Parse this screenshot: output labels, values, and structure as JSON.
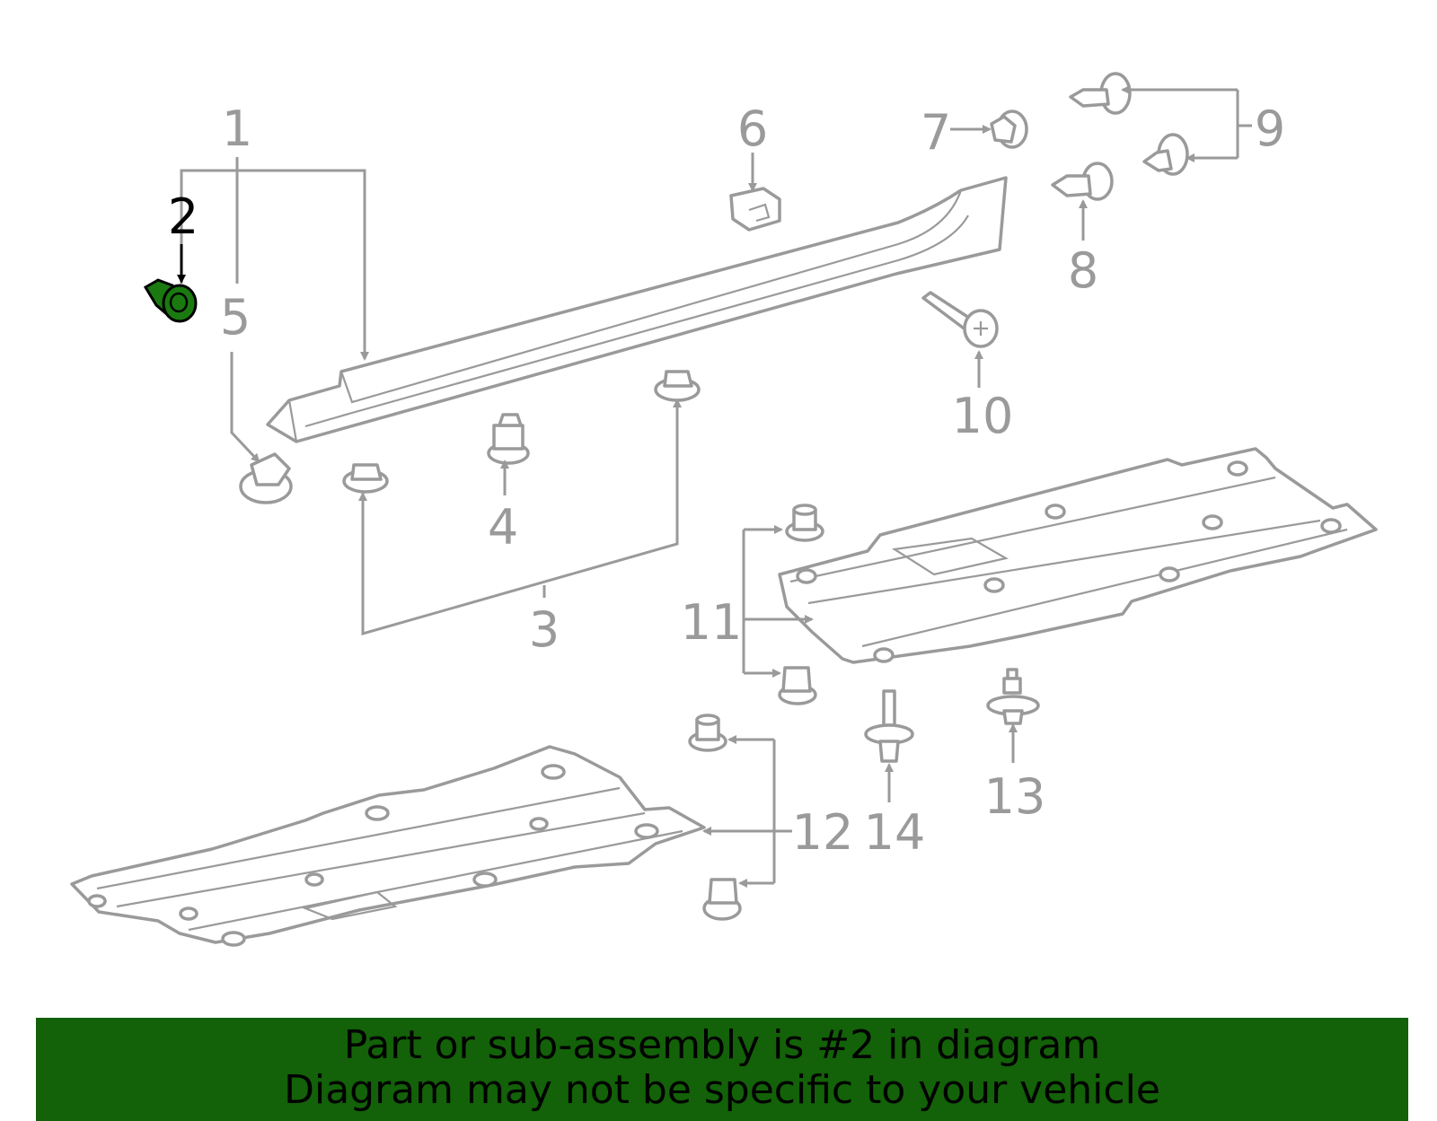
{
  "callouts": [
    {
      "id": "1",
      "label": "1",
      "highlighted": false
    },
    {
      "id": "2",
      "label": "2",
      "highlighted": true
    },
    {
      "id": "3",
      "label": "3",
      "highlighted": false
    },
    {
      "id": "4",
      "label": "4",
      "highlighted": false
    },
    {
      "id": "5",
      "label": "5",
      "highlighted": false
    },
    {
      "id": "6",
      "label": "6",
      "highlighted": false
    },
    {
      "id": "7",
      "label": "7",
      "highlighted": false
    },
    {
      "id": "8",
      "label": "8",
      "highlighted": false
    },
    {
      "id": "9",
      "label": "9",
      "highlighted": false
    },
    {
      "id": "10",
      "label": "10",
      "highlighted": false
    },
    {
      "id": "11",
      "label": "11",
      "highlighted": false
    },
    {
      "id": "12",
      "label": "12",
      "highlighted": false
    },
    {
      "id": "13",
      "label": "13",
      "highlighted": false
    },
    {
      "id": "14",
      "label": "14",
      "highlighted": false
    }
  ],
  "colors": {
    "line_gray": "#9a9a9a",
    "highlight_part": "#1a7a10",
    "banner_bg": "#136108",
    "banner_text": "#000000"
  },
  "banner": {
    "line1": "Part or sub-assembly is #2 in diagram",
    "line2": "Diagram may not be specific to your vehicle"
  }
}
